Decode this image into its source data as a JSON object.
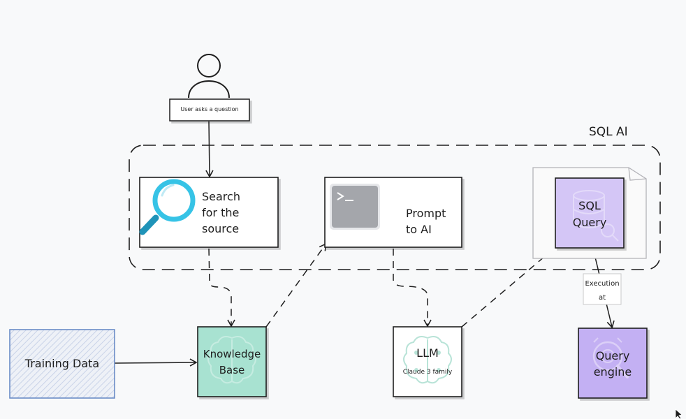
{
  "group": {
    "title": "SQL AI"
  },
  "user": {
    "caption": "User asks a question"
  },
  "nodes": {
    "search": {
      "label": "Search\n  for the\n  source"
    },
    "prompt": {
      "label": "Prompt\nto AI"
    },
    "sql_query": {
      "label": "SQL\nQuery"
    },
    "training_data": {
      "label": "Training Data"
    },
    "knowledge_base": {
      "label": "Knowledge\nBase"
    },
    "llm": {
      "label": "LLM",
      "sublabel": "Claude 3 family"
    },
    "query_engine": {
      "label": "Query\nengine"
    }
  },
  "edge_labels": {
    "execution": "Execution\nat"
  },
  "icons": {
    "user": "user-icon",
    "search": "magnifier-icon",
    "prompt": "terminal-icon",
    "sql": "database-icon",
    "kb": "brain-chip-icon",
    "llm": "brain-chip-icon",
    "engine": "search-gear-icon",
    "cursor": "mouse-pointer-icon"
  },
  "colors": {
    "stroke": "#1e1e1e",
    "training_fill": "#e6ebf4",
    "training_stroke": "#6b8cc7",
    "kb_fill": "#a8e2d1",
    "sql_fill": "#d4c6f6",
    "engine_fill": "#c3b0f3",
    "magnifier": "#36c3e6",
    "terminal": "#a4a6ab"
  }
}
